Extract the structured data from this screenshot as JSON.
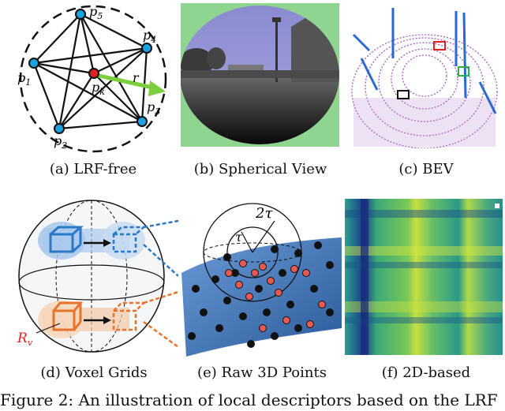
{
  "panels": {
    "a": {
      "caption": "(a)  LRF-free",
      "points": {
        "p1": "p",
        "p1_sub": "1",
        "p2": "p",
        "p2_sub": "2",
        "p3": "p",
        "p3_sub": "3",
        "p4": "p",
        "p4_sub": "4",
        "p5": "p",
        "p5_sub": "5",
        "pk": "p",
        "pk_sub": "k",
        "r": "r"
      }
    },
    "b": {
      "caption": "(b)  Spherical View"
    },
    "c": {
      "caption": "(c)  BEV"
    },
    "d": {
      "caption": "(d)  Voxel Grids",
      "rv": "R",
      "rv_sub": "v"
    },
    "e": {
      "caption": "(e)  Raw 3D Points",
      "tau": "τ",
      "two_tau": "2τ"
    },
    "f": {
      "caption": "(f)  2D-based"
    }
  },
  "figure_caption": "Figure 2: An illustration of local descriptors based on the LRF",
  "colors": {
    "node_blue": "#1aa3e0",
    "center_red": "#e02020",
    "arrow_green": "#7ccf3c",
    "bev_purple": "#9b3fb8",
    "voxel_blue": "#2a78c8",
    "voxel_orange": "#e8732a",
    "surface_blue": "#4a7fc0",
    "point_red": "#e85a50"
  }
}
